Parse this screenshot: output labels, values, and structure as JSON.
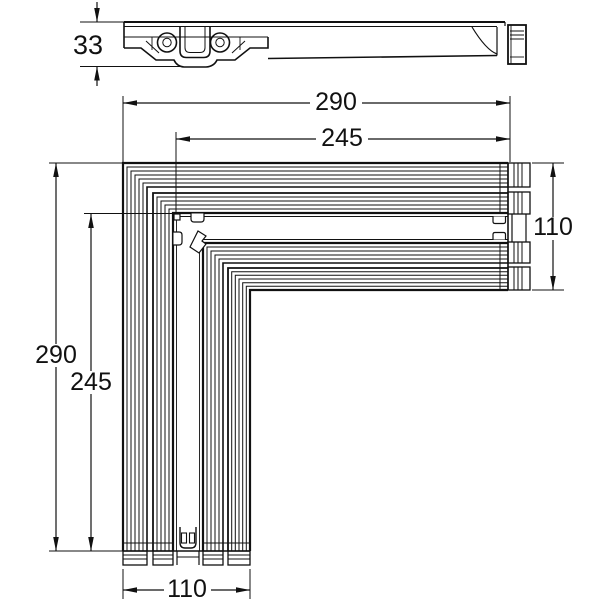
{
  "section_view": {
    "height_dim": "33"
  },
  "plan_view": {
    "top_outer_dim": "290",
    "top_inner_dim": "245",
    "left_outer_dim": "290",
    "left_inner_dim": "245",
    "right_arm_dim": "110",
    "bottom_arm_dim": "110"
  },
  "colors": {
    "ink": "#111111",
    "background": "#ffffff"
  }
}
